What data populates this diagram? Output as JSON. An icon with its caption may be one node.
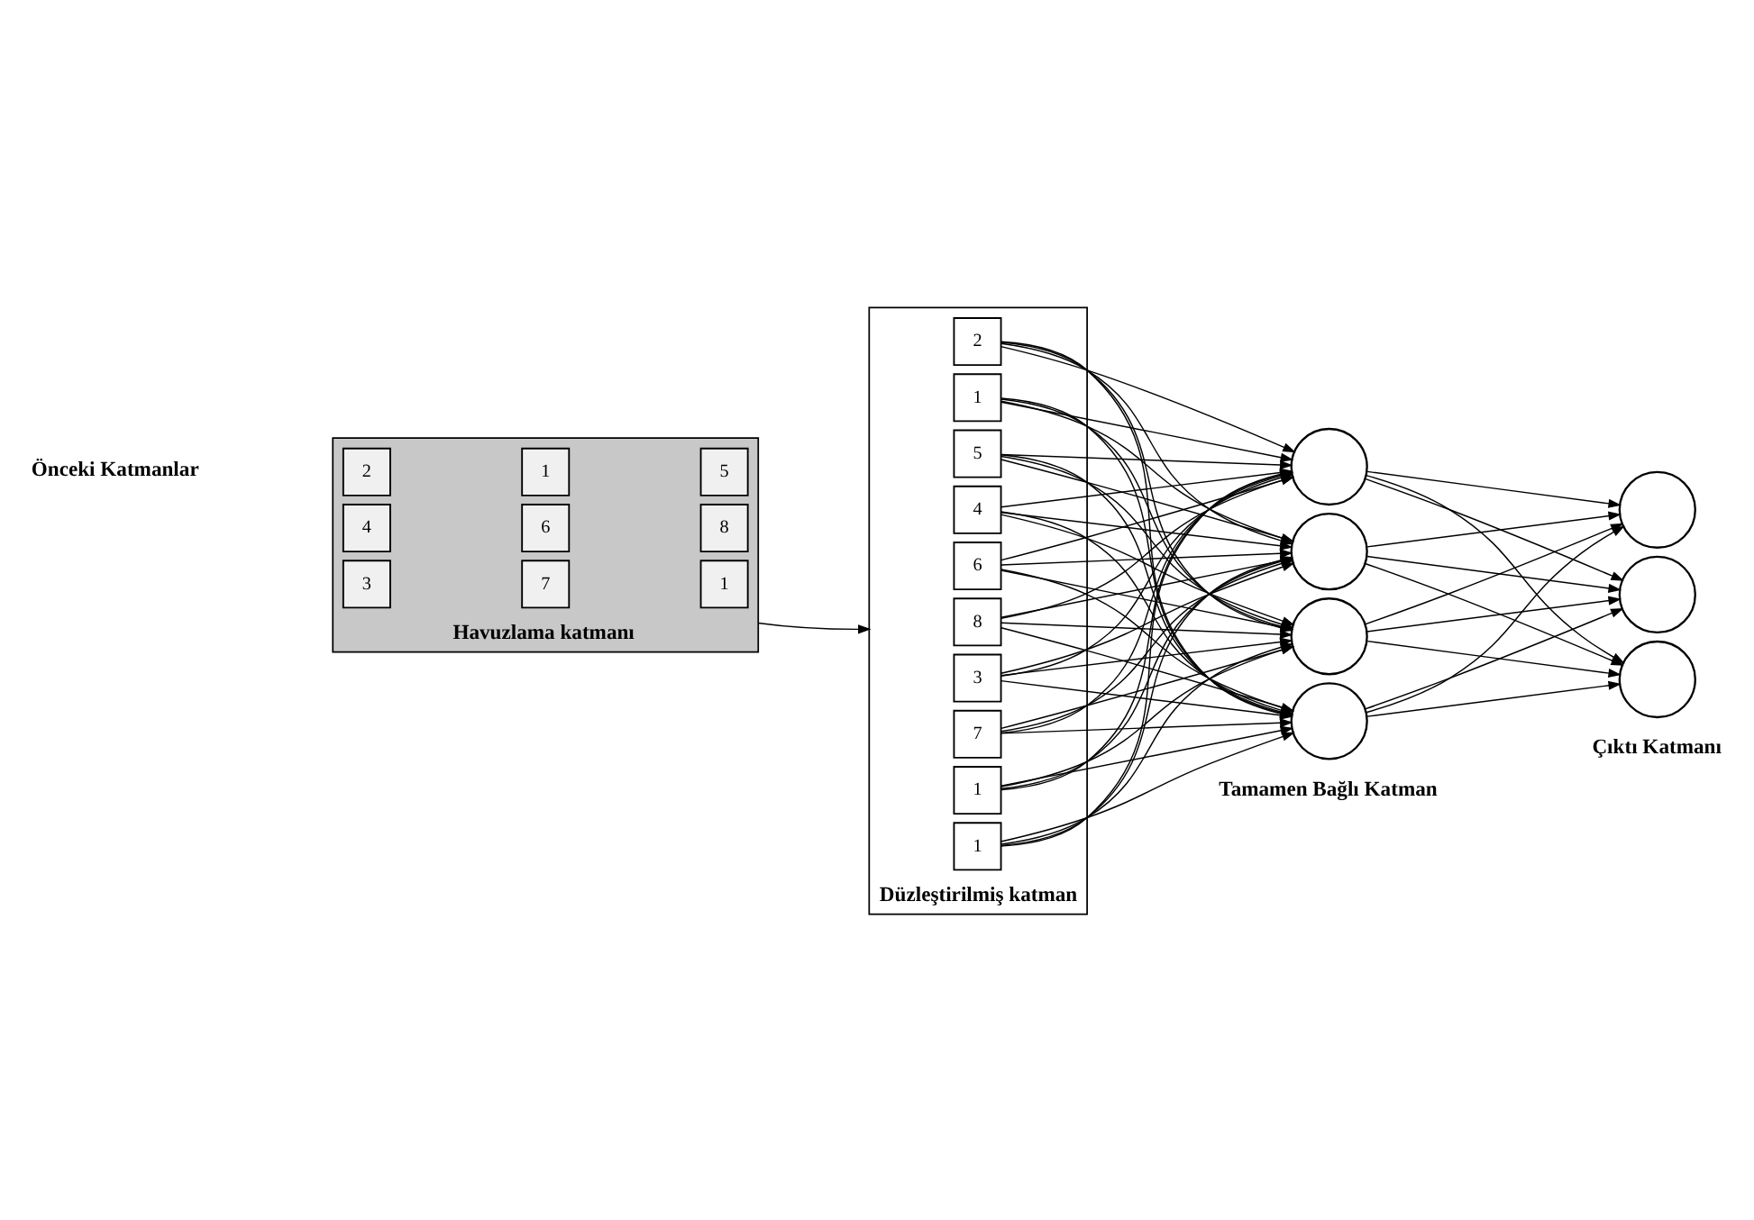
{
  "diagram": {
    "nodes": [
      {
        "text": [
          "Havuzlama katmanı"
        ]
      },
      {
        "text": [
          "2"
        ],
        "in": 0
      },
      {
        "text": [
          "1"
        ],
        "in": 0
      },
      {
        "text": [
          "5"
        ],
        "in": 0
      },
      {
        "text": [
          "4"
        ],
        "in": 0
      },
      {
        "text": [
          "6"
        ],
        "in": 0
      },
      {
        "text": [
          "8"
        ],
        "in": 0
      },
      {
        "text": [
          "3"
        ],
        "in": 0
      },
      {
        "text": [
          "7"
        ],
        "in": 0
      },
      {
        "text": [
          "1"
        ],
        "in": 0
      },
      {
        "text": [
          "Düzleştirilmiş katman"
        ]
      },
      {
        "text": [
          "2"
        ],
        "in": 10
      },
      {
        "text": [
          "1"
        ],
        "in": 10
      },
      {
        "text": [
          "5"
        ],
        "in": 10
      },
      {
        "text": [
          "4"
        ],
        "in": 10
      },
      {
        "text": [
          "6"
        ],
        "in": 10
      },
      {
        "text": [
          "8"
        ],
        "in": 10
      },
      {
        "text": [
          "3"
        ],
        "in": 10
      },
      {
        "text": [
          "7"
        ],
        "in": 10
      },
      {
        "text": [
          "1"
        ],
        "in": 10
      },
      {
        "text": [
          "1"
        ],
        "in": 10
      },
      {
        "text": [],
        "shape": "circle"
      },
      {
        "text": [],
        "shape": "circle"
      },
      {
        "text": [],
        "shape": "circle"
      },
      {
        "text": [],
        "shape": "circle"
      },
      {
        "text": [],
        "shape": "circle"
      },
      {
        "text": [],
        "shape": "circle"
      },
      {
        "text": [],
        "shape": "circle"
      }
    ],
    "edges": [
      {
        "from": 0,
        "to": 10,
        "arrow": "to"
      },
      {
        "from": 11,
        "to": 21,
        "arrow": "to"
      },
      {
        "from": 11,
        "to": 22,
        "arrow": "to"
      },
      {
        "from": 11,
        "to": 23,
        "arrow": "to"
      },
      {
        "from": 11,
        "to": 24,
        "arrow": "to"
      },
      {
        "from": 12,
        "to": 21,
        "arrow": "to"
      },
      {
        "from": 12,
        "to": 22,
        "arrow": "to"
      },
      {
        "from": 12,
        "to": 23,
        "arrow": "to"
      },
      {
        "from": 12,
        "to": 24,
        "arrow": "to"
      },
      {
        "from": 13,
        "to": 21,
        "arrow": "to"
      },
      {
        "from": 13,
        "to": 22,
        "arrow": "to"
      },
      {
        "from": 13,
        "to": 23,
        "arrow": "to"
      },
      {
        "from": 13,
        "to": 24,
        "arrow": "to"
      },
      {
        "from": 14,
        "to": 21,
        "arrow": "to"
      },
      {
        "from": 14,
        "to": 22,
        "arrow": "to"
      },
      {
        "from": 14,
        "to": 23,
        "arrow": "to"
      },
      {
        "from": 14,
        "to": 24,
        "arrow": "to"
      },
      {
        "from": 15,
        "to": 21,
        "arrow": "to"
      },
      {
        "from": 15,
        "to": 22,
        "arrow": "to"
      },
      {
        "from": 15,
        "to": 23,
        "arrow": "to"
      },
      {
        "from": 15,
        "to": 24,
        "arrow": "to"
      },
      {
        "from": 16,
        "to": 21,
        "arrow": "to"
      },
      {
        "from": 16,
        "to": 22,
        "arrow": "to"
      },
      {
        "from": 16,
        "to": 23,
        "arrow": "to"
      },
      {
        "from": 16,
        "to": 24,
        "arrow": "to"
      },
      {
        "from": 17,
        "to": 21,
        "arrow": "to"
      },
      {
        "from": 17,
        "to": 22,
        "arrow": "to"
      },
      {
        "from": 17,
        "to": 23,
        "arrow": "to"
      },
      {
        "from": 17,
        "to": 24,
        "arrow": "to"
      },
      {
        "from": 18,
        "to": 21,
        "arrow": "to"
      },
      {
        "from": 18,
        "to": 22,
        "arrow": "to"
      },
      {
        "from": 18,
        "to": 23,
        "arrow": "to"
      },
      {
        "from": 18,
        "to": 24,
        "arrow": "to"
      },
      {
        "from": 19,
        "to": 21,
        "arrow": "to"
      },
      {
        "from": 19,
        "to": 22,
        "arrow": "to"
      },
      {
        "from": 19,
        "to": 23,
        "arrow": "to"
      },
      {
        "from": 19,
        "to": 24,
        "arrow": "to"
      },
      {
        "from": 20,
        "to": 21,
        "arrow": "to"
      },
      {
        "from": 20,
        "to": 22,
        "arrow": "to"
      },
      {
        "from": 20,
        "to": 23,
        "arrow": "to"
      },
      {
        "from": 20,
        "to": 24,
        "arrow": "to"
      },
      {
        "from": 21,
        "to": 25,
        "arrow": "to"
      },
      {
        "from": 21,
        "to": 26,
        "arrow": "to"
      },
      {
        "from": 21,
        "to": 27,
        "arrow": "to"
      },
      {
        "from": 22,
        "to": 25,
        "arrow": "to"
      },
      {
        "from": 22,
        "to": 26,
        "arrow": "to"
      },
      {
        "from": 22,
        "to": 27,
        "arrow": "to"
      },
      {
        "from": 23,
        "to": 25,
        "arrow": "to"
      },
      {
        "from": 23,
        "to": 26,
        "arrow": "to"
      },
      {
        "from": 23,
        "to": 27,
        "arrow": "to"
      },
      {
        "from": 24,
        "to": 25,
        "arrow": "to"
      },
      {
        "from": 24,
        "to": 26,
        "arrow": "to"
      },
      {
        "from": 24,
        "to": 27,
        "arrow": "to"
      }
    ],
    "labels": [
      "Önceki Katmanlar",
      "Tamamen Bağlı Katman",
      "Çıktı Katmanı"
    ]
  }
}
